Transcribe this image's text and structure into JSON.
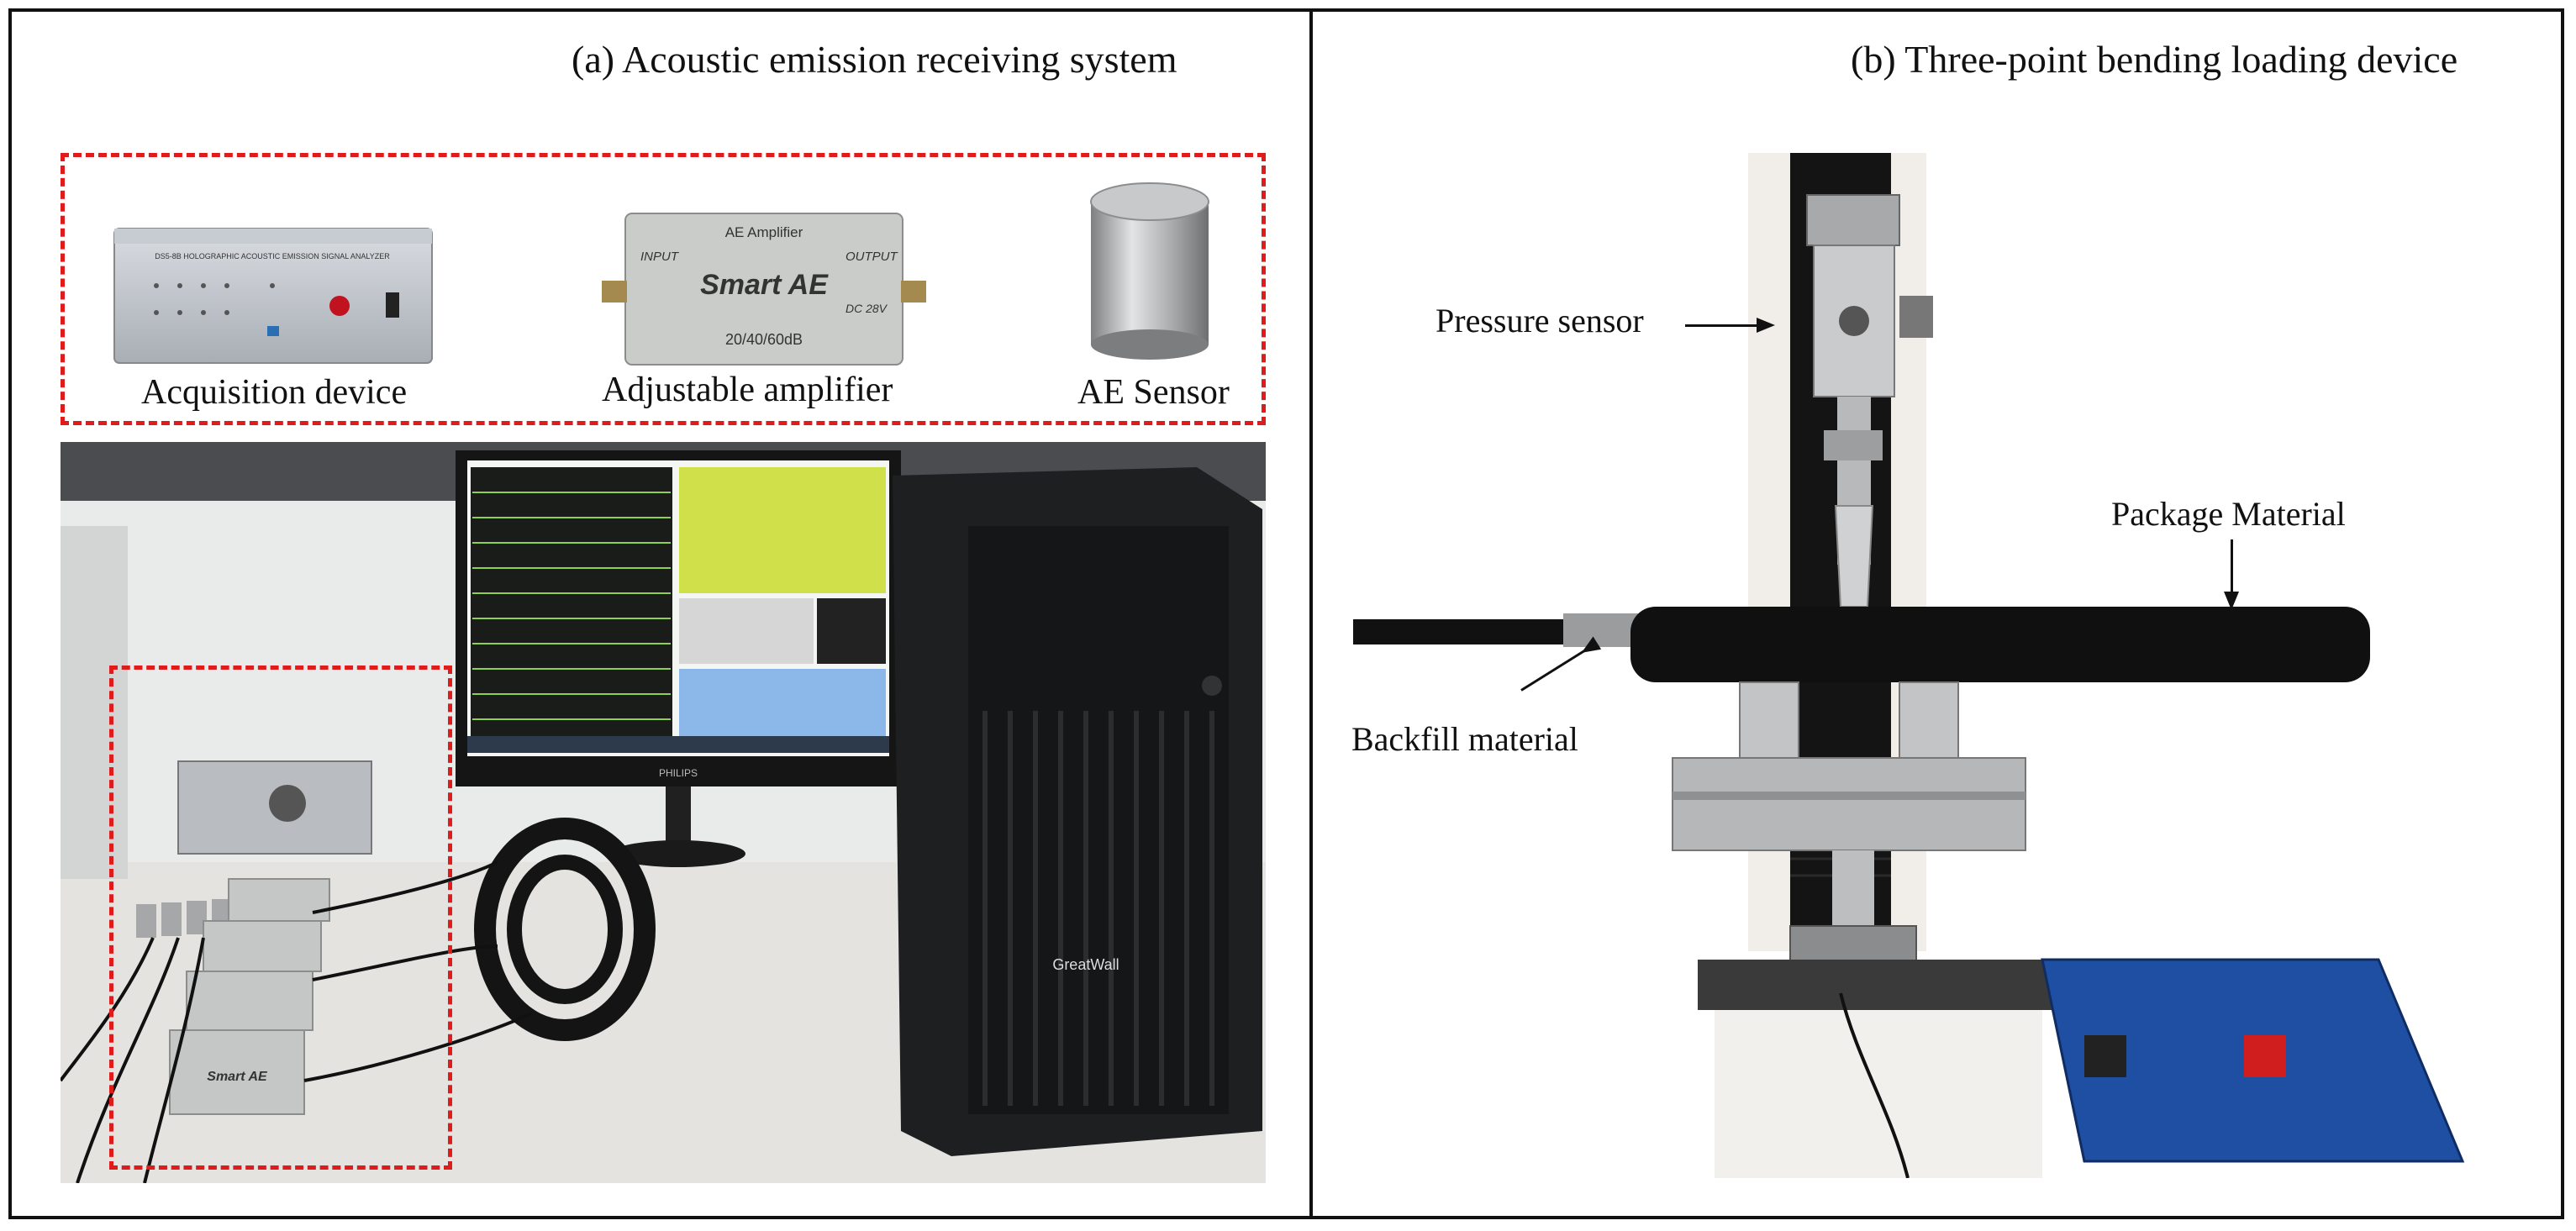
{
  "panel_a": {
    "title": "(a) Acoustic emission receiving system",
    "captions": {
      "acquisition": "Acquisition device",
      "amplifier": "Adjustable amplifier",
      "sensor": "AE Sensor"
    },
    "device_text": {
      "analyzer_name": "DS5-8B HOLOGRAPHIC ACOUSTIC EMISSION SIGNAL ANALYZER",
      "amp_title": "AE  Amplifier",
      "amp_brand": "Smart  AE",
      "amp_input": "INPUT",
      "amp_output": "OUTPUT",
      "amp_gain": "20/40/60dB",
      "amp_power": "DC 28V",
      "pc_brand": "GreatWall",
      "monitor_brand": "PHILIPS",
      "amp_small": "Smart AE"
    }
  },
  "panel_b": {
    "title": "(b) Three-point bending loading device",
    "labels": {
      "pressure_sensor": "Pressure sensor",
      "package_material": "Package Material",
      "backfill_material": "Backfill material"
    }
  },
  "colors": {
    "dash": "#e01b1b",
    "border": "#111111",
    "screen_yellow": "#cfe04a",
    "screen_blue": "#8bb8e8",
    "panel_blue": "#1f4fa3"
  }
}
